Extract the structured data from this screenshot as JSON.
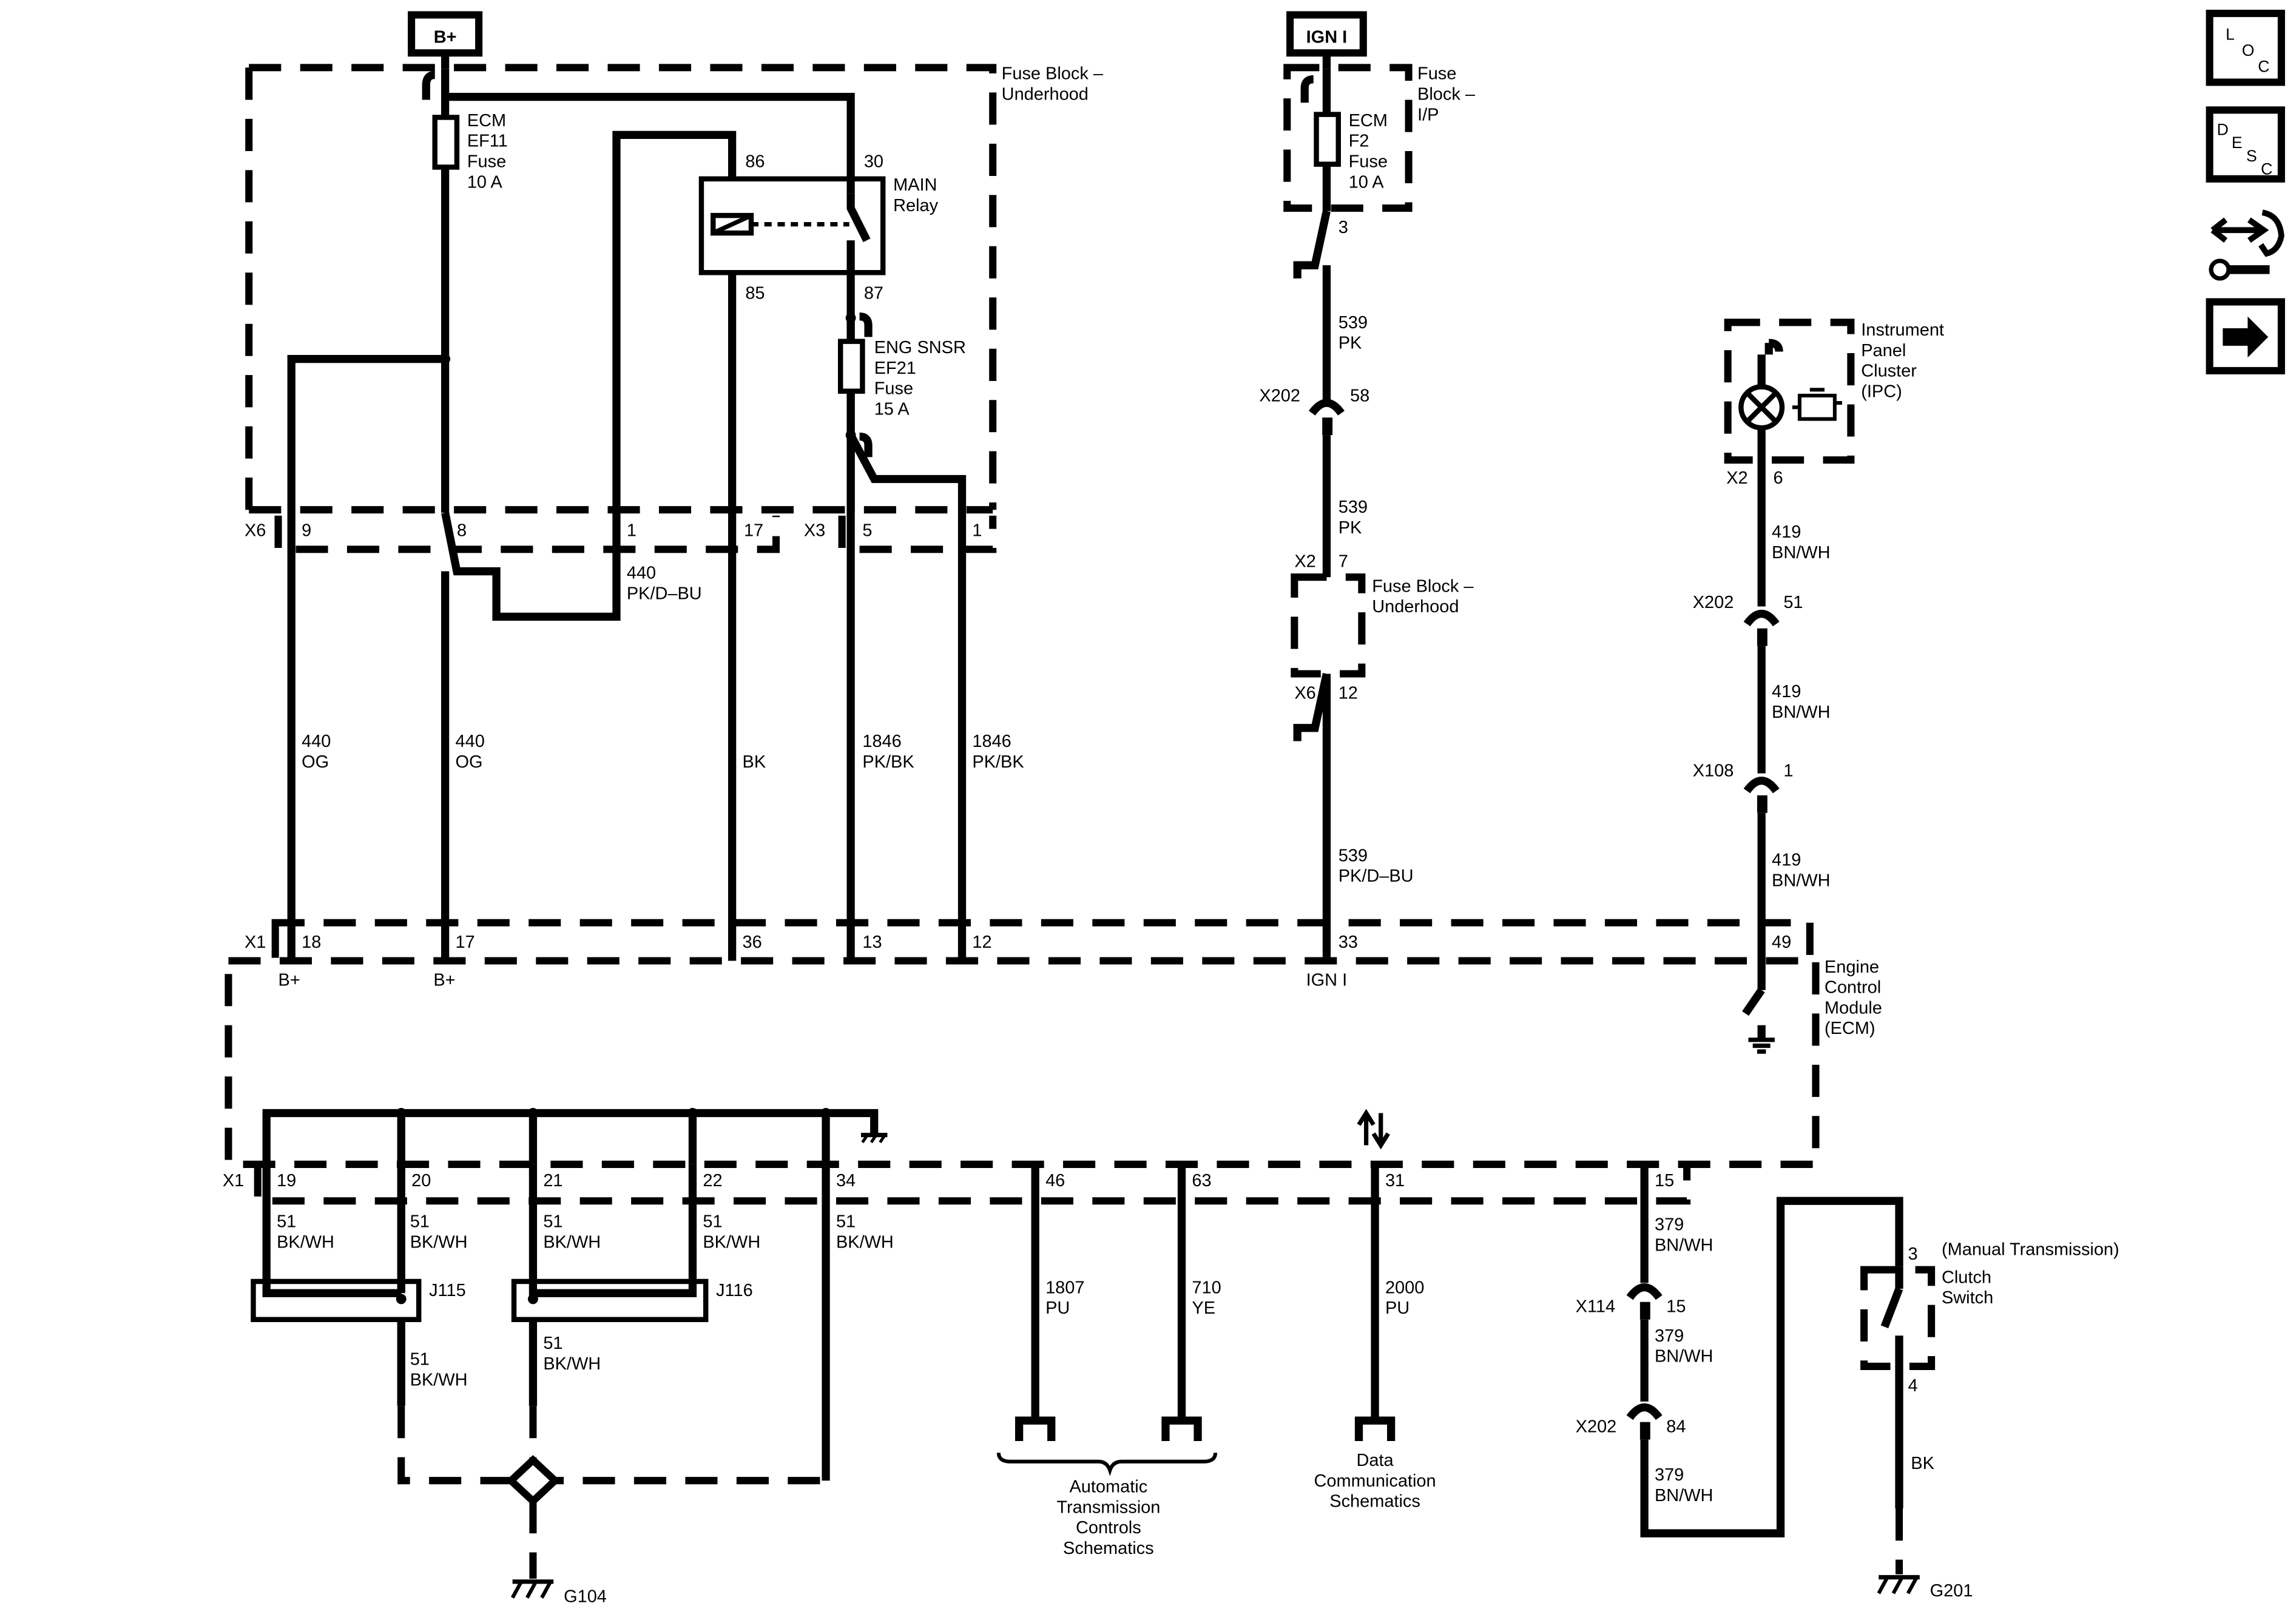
{
  "power": {
    "bplus": "B+",
    "ign": "IGN I"
  },
  "fuse_block_underhood": [
    "Fuse Block –",
    "Underhood"
  ],
  "fuse_block_ip": [
    "Fuse",
    "Block –",
    "I/P"
  ],
  "ecm_ef11": [
    "ECM",
    "EF11",
    "Fuse",
    "10 A"
  ],
  "ecm_f2": [
    "ECM",
    "F2",
    "Fuse",
    "10 A"
  ],
  "main_relay": {
    "name": [
      "MAIN",
      "Relay"
    ],
    "pins": [
      "86",
      "30",
      "85",
      "87"
    ]
  },
  "eng_snsr": [
    "ENG SNSR",
    "EF21",
    "Fuse",
    "15 A"
  ],
  "fuse_block_underhood_2": [
    "Fuse Block –",
    "Underhood"
  ],
  "ipc": [
    "Instrument",
    "Panel",
    "Cluster",
    "(IPC)"
  ],
  "ecm_name": [
    "Engine",
    "Control",
    "Module",
    "(ECM)"
  ],
  "x6": "X6",
  "x3": "X3",
  "x1": "X1",
  "x2": "X2",
  "x202": "X202",
  "x108": "X108",
  "x114": "X114",
  "fuse_pins": {
    "p9": "9",
    "p8": "8",
    "p1": "1",
    "p17": "17",
    "p5": "5",
    "p1b": "1",
    "ip3": "3",
    "ipc6": "6"
  },
  "ecm_top_pins": {
    "p18": "18",
    "p17": "17",
    "p36": "36",
    "p13": "13",
    "p12": "12",
    "p33": "33",
    "p49": "49"
  },
  "ecm_top_labels": {
    "b1": "B+",
    "b2": "B+",
    "ign": "IGN I"
  },
  "ecm_bottom_pins": {
    "p19": "19",
    "p20": "20",
    "p21": "21",
    "p22": "22",
    "p34": "34",
    "p46": "46",
    "p63": "63",
    "p31": "31",
    "p15": "15"
  },
  "conn_pins": {
    "x202_58": "58",
    "x2_7": "7",
    "x6_12": "12",
    "x202_51": "51",
    "x108_1": "1",
    "x114_15": "15",
    "x202_84": "84"
  },
  "wires": {
    "w440_pk_dbu": [
      "440",
      "PK/D–BU"
    ],
    "w440_og_a": [
      "440",
      "OG"
    ],
    "w440_og_b": [
      "440",
      "OG"
    ],
    "w_bk": "BK",
    "w1846_a": [
      "1846",
      "PK/BK"
    ],
    "w1846_b": [
      "1846",
      "PK/BK"
    ],
    "w539_a": [
      "539",
      "PK"
    ],
    "w539_b": [
      "539",
      "PK"
    ],
    "w539_c": [
      "539",
      "PK/D–BU"
    ],
    "w419_a": [
      "419",
      "BN/WH"
    ],
    "w419_b": [
      "419",
      "BN/WH"
    ],
    "w419_c": [
      "419",
      "BN/WH"
    ],
    "w51_19": [
      "51",
      "BK/WH"
    ],
    "w51_20": [
      "51",
      "BK/WH"
    ],
    "w51_21": [
      "51",
      "BK/WH"
    ],
    "w51_22": [
      "51",
      "BK/WH"
    ],
    "w51_34": [
      "51",
      "BK/WH"
    ],
    "w51_j115": [
      "51",
      "BK/WH"
    ],
    "w51_j116": [
      "51",
      "BK/WH"
    ],
    "w1807": [
      "1807",
      "PU"
    ],
    "w710": [
      "710",
      "YE"
    ],
    "w2000": [
      "2000",
      "PU"
    ],
    "w379_a": [
      "379",
      "BN/WH"
    ],
    "w379_b": [
      "379",
      "BN/WH"
    ],
    "w379_c": [
      "379",
      "BN/WH"
    ],
    "w_bk_clutch": "BK"
  },
  "splices": {
    "j115": "J115",
    "j116": "J116"
  },
  "grounds": {
    "g104": "G104",
    "g201": "G201"
  },
  "clutch": {
    "label": [
      "Clutch",
      "Switch"
    ],
    "trans": "(Manual Transmission)",
    "pin3": "3",
    "pin4": "4"
  },
  "refs": {
    "atc": [
      "Automatic",
      "Transmission",
      "Controls",
      "Schematics"
    ],
    "dcs": [
      "Data",
      "Communication",
      "Schematics"
    ]
  },
  "nav": {
    "loc": [
      "L",
      "O",
      "C"
    ],
    "desc": [
      "D",
      "E",
      "S",
      "C"
    ],
    "tools_icon": "tools-icon",
    "next_icon": "arrow-right-icon"
  }
}
